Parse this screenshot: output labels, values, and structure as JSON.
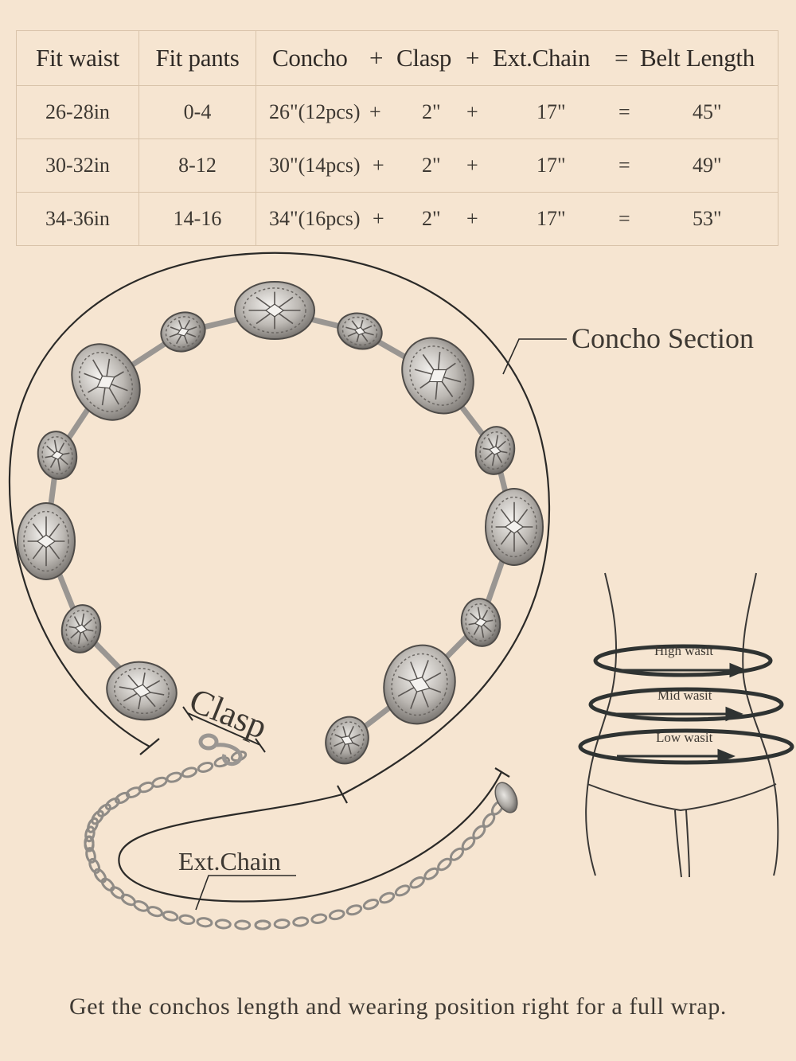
{
  "table": {
    "headers": {
      "fit_waist": "Fit waist",
      "fit_pants": "Fit pants",
      "concho": "Concho",
      "plus1": "+",
      "clasp": "Clasp",
      "plus2": "+",
      "ext_chain": "Ext.Chain",
      "equals": "=",
      "belt_length": "Belt Length"
    },
    "rows": [
      {
        "waist": "26-28in",
        "pants": "0-4",
        "concho": "26\"(12pcs)",
        "op1": "+",
        "clasp": "2\"",
        "op2": "+",
        "chain": "17\"",
        "eq": "=",
        "length": "45\""
      },
      {
        "waist": "30-32in",
        "pants": "8-12",
        "concho": "30\"(14pcs)",
        "op1": "+",
        "clasp": "2\"",
        "op2": "+",
        "chain": "17\"",
        "eq": "=",
        "length": "49\""
      },
      {
        "waist": "34-36in",
        "pants": "14-16",
        "concho": "34\"(16pcs)",
        "op1": "+",
        "clasp": "2\"",
        "op2": "+",
        "chain": "17\"",
        "eq": "=",
        "length": "53\""
      }
    ]
  },
  "diagram": {
    "concho_section_label": "Concho Section",
    "clasp_label": "Clasp",
    "ext_chain_label": "Ext.Chain"
  },
  "waist_guide": {
    "high": "High wasit",
    "mid": "Mid wasit",
    "low": "Low wasit"
  },
  "footer": "Get the conchos length and wearing position right for a full wrap.",
  "colors": {
    "background": "#f6e5d1",
    "table_border": "#d9c3aa",
    "silver": "#b9b5b0",
    "band": "#2f3332"
  }
}
